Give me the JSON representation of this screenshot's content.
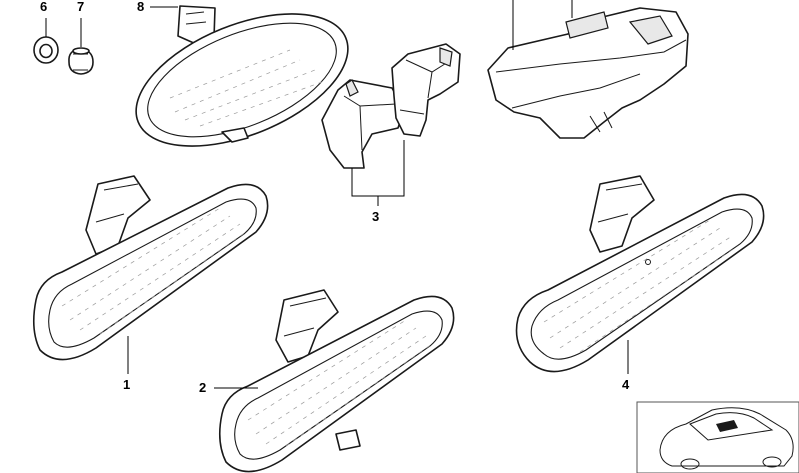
{
  "callouts": {
    "c1": "1",
    "c2": "2",
    "c3": "3",
    "c4": "4",
    "c6": "6",
    "c7": "7",
    "c8": "8"
  },
  "colors": {
    "line": "#1a1a1a",
    "background": "#ffffff"
  }
}
